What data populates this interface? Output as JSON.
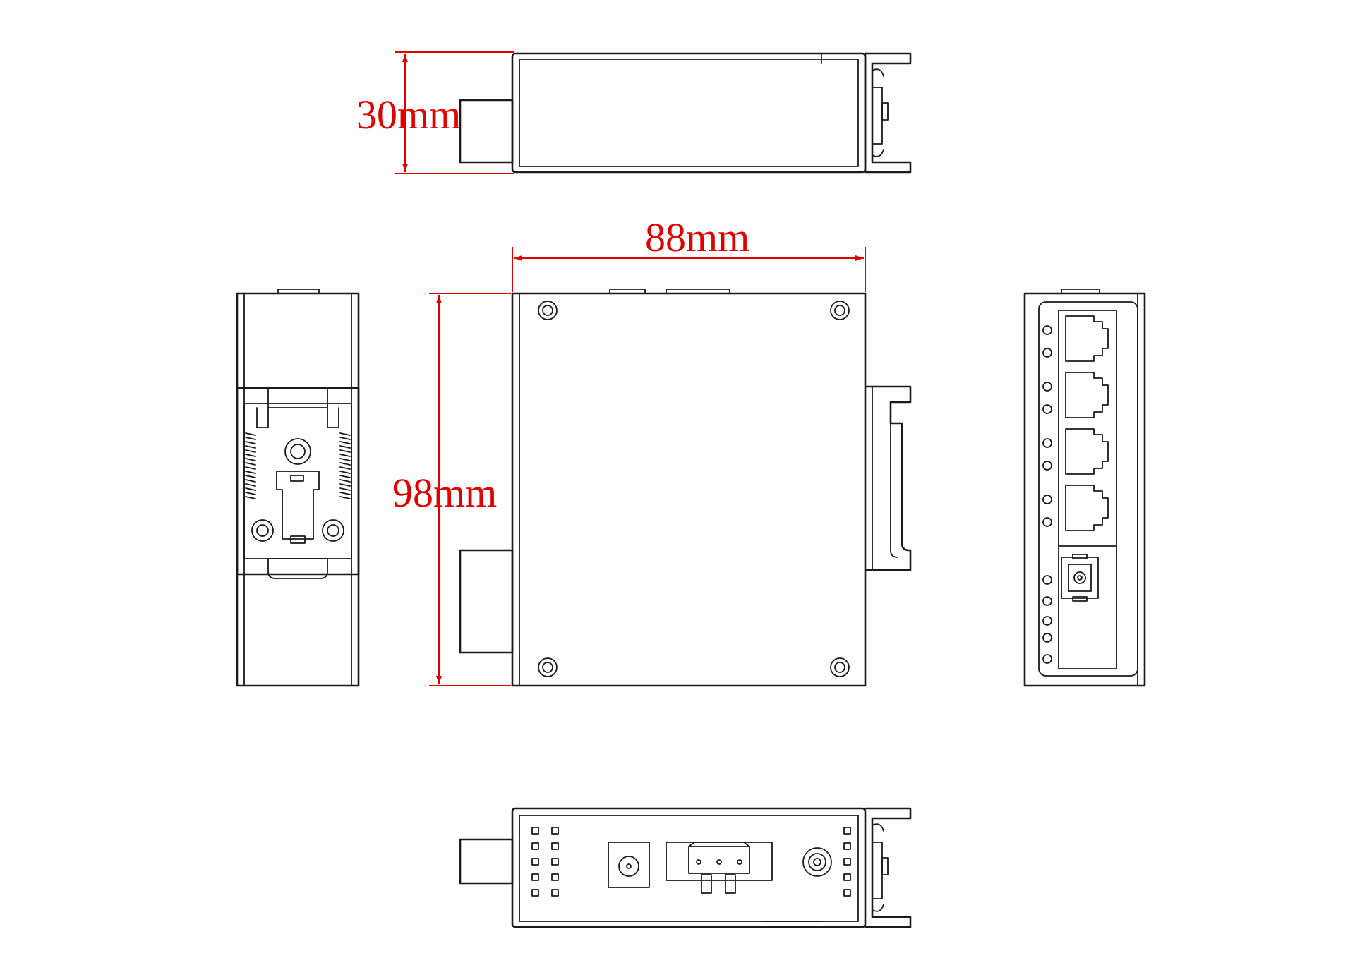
{
  "dimensions": {
    "height": {
      "label": "30mm"
    },
    "width": {
      "label": "88mm"
    },
    "depth": {
      "label": "98mm"
    }
  },
  "colors": {
    "dimension": "#e00000",
    "outline": "#1a1a1a",
    "background": "#ffffff"
  }
}
